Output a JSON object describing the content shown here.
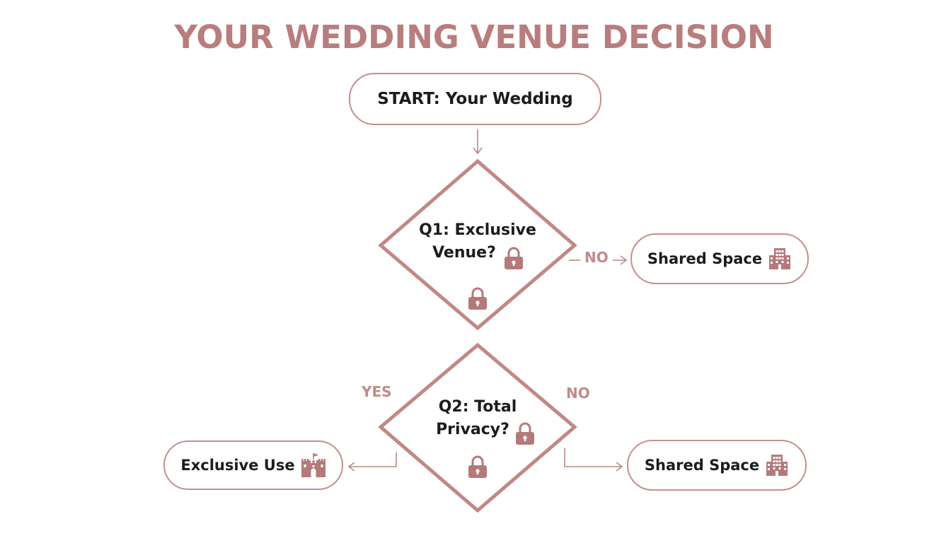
{
  "title": "YOUR WEDDING VENUE DECISION",
  "nodes": {
    "start": "START: Your Wedding",
    "q1": {
      "line1": "Q1: Exclusive",
      "line2": "Venue?"
    },
    "q2": {
      "line1": "Q2: Total",
      "line2": "Privacy?"
    },
    "shared_space_1": "Shared Space",
    "shared_space_2": "Shared Space",
    "exclusive_use": "Exclusive Use"
  },
  "edges": {
    "q1_no": "NO",
    "q2_yes": "YES",
    "q2_no": "NO"
  },
  "icons": {
    "lock": "lock-icon",
    "building": "building-icon",
    "castle": "castle-icon"
  },
  "colors": {
    "accent": "#b87d7d",
    "shape_stroke": "#c4908d",
    "icon": "#b47a7a",
    "text": "#1c1c1c"
  }
}
